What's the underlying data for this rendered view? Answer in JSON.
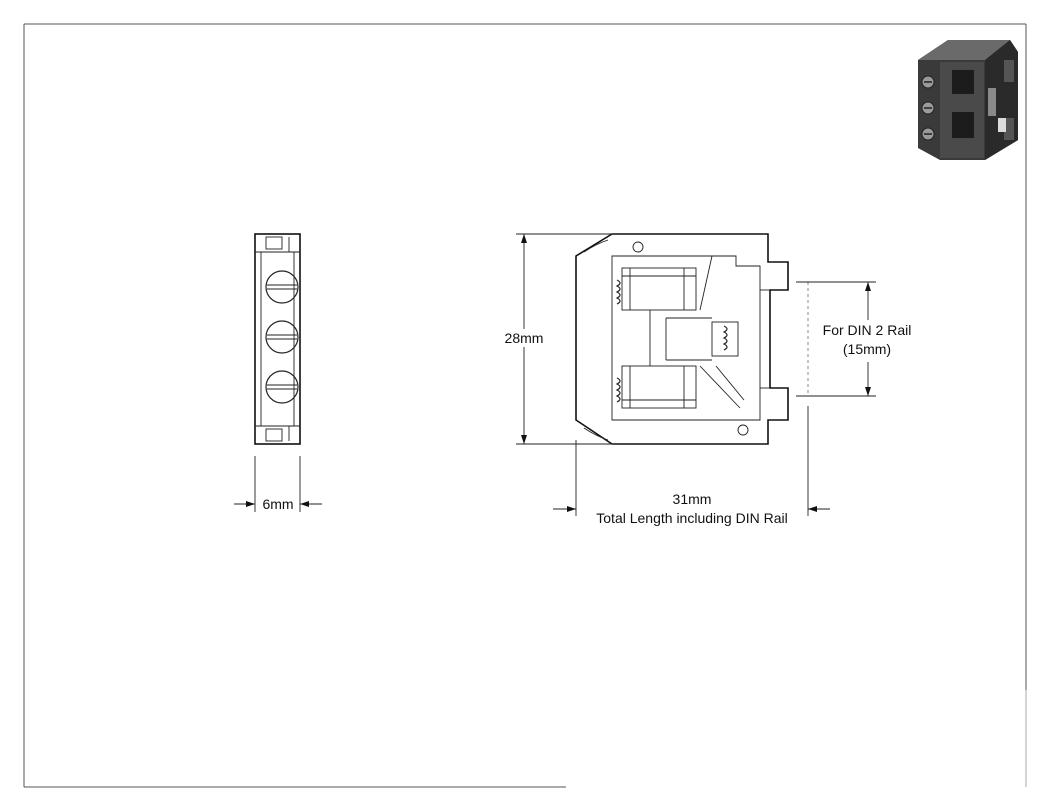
{
  "drawing": {
    "dimensions": {
      "width": "6mm",
      "height": "28mm",
      "length": "31mm",
      "length_note": "Total Length including DIN Rail",
      "rail_line1": "For DIN 2 Rail",
      "rail_line2": "(15mm)"
    },
    "thumbnail_icon": "isometric-terminal-block-icon"
  }
}
